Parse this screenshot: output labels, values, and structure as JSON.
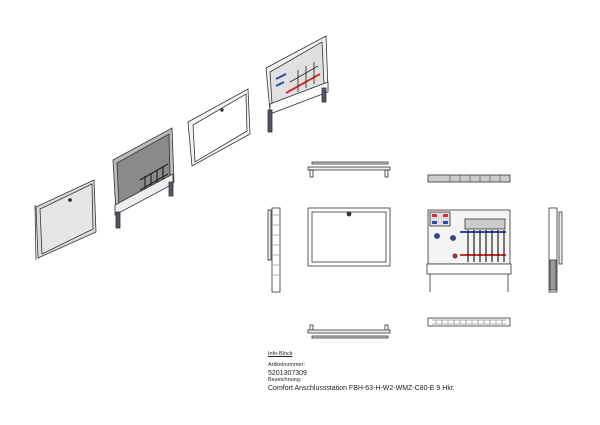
{
  "info_block": {
    "heading": "Info-Block",
    "article_label": "Artikelnummer:",
    "article_number": "5201307309",
    "description_label": "Bezeichnung:",
    "description": "Comfort Anschlussstation FBH-63-H-W2-WMZ-C80-E  9 Hkr."
  },
  "colors": {
    "line": "#333333",
    "pipe_red": "#d03030",
    "pipe_blue": "#3344aa",
    "panel": "#e4e4e4"
  }
}
